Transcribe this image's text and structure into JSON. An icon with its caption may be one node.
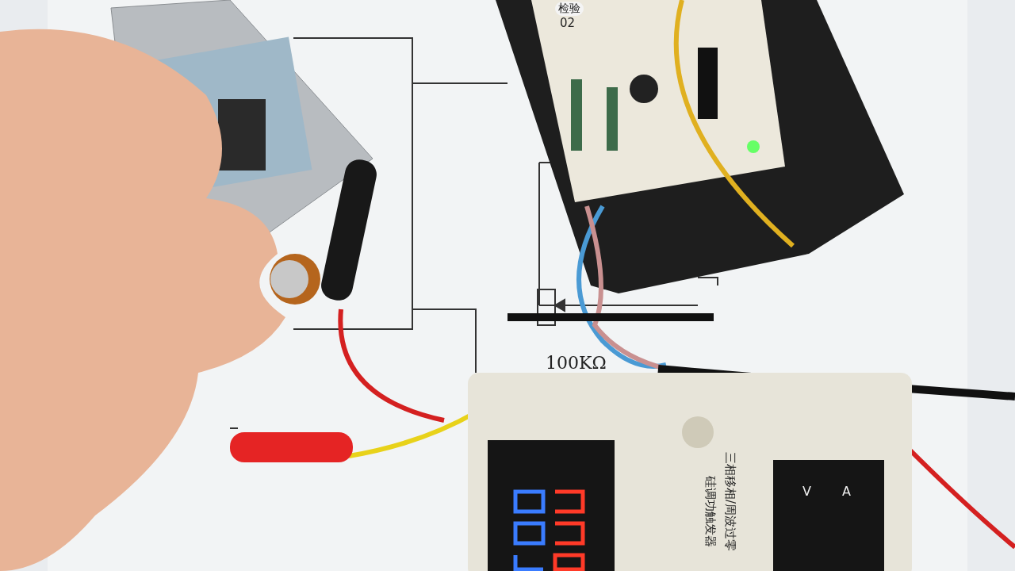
{
  "diagram": {
    "labels": [
      "检验",
      "02",
      "100KΩ",
      "三相移相/周波过零",
      "硅调功触发器",
      "V",
      "A"
    ]
  }
}
